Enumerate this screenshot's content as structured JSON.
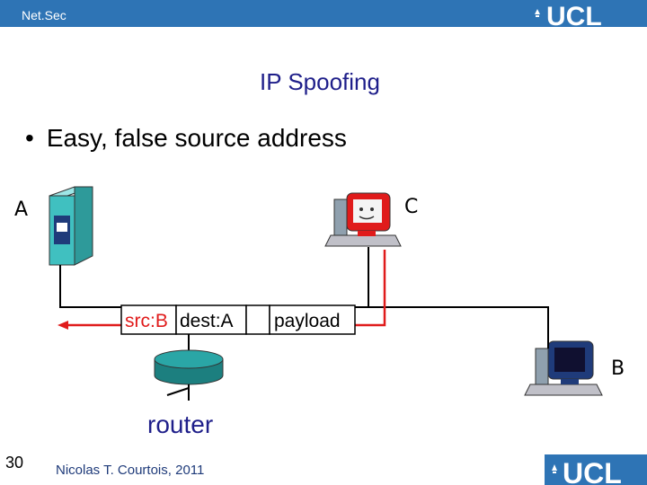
{
  "header": {
    "course_label": "Net.Sec",
    "logo_text": "UCL",
    "bar_color": "#2e74b5"
  },
  "slide": {
    "title": "IP Spoofing",
    "bullets": [
      {
        "marker": "•",
        "text": "Easy, false source address"
      }
    ]
  },
  "diagram": {
    "host_a_label": "A",
    "host_b_label": "B",
    "host_c_label": "C",
    "packet_fields": [
      "src:B",
      "dest:A",
      "",
      "payload"
    ],
    "router_label": "router",
    "spoof_color": "#e01b1b",
    "link_color": "#000000",
    "host_a_color": "#40c0c0",
    "router_color": "#2aa6a6"
  },
  "footer": {
    "slide_number": "30",
    "author": "Nicolas T. Courtois, 2011",
    "logo_text": "UCL"
  }
}
